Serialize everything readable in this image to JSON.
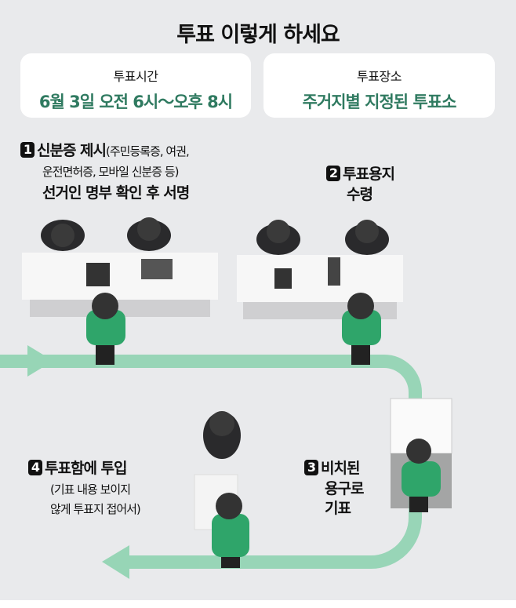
{
  "title": "투표 이렇게 하세요",
  "info": [
    {
      "label": "투표시간",
      "value": "6월 3일 오전 6시～오후 8시"
    },
    {
      "label": "투표장소",
      "value": "주거지별 지정된 투표소"
    }
  ],
  "steps": [
    {
      "num": "1",
      "title": "신분증 제시",
      "note1": "(주민등록증, 여권,",
      "note2": "운전면허증, 모바일 신분증 등)",
      "line2": "선거인 명부 확인 후 서명"
    },
    {
      "num": "2",
      "title": "투표용지",
      "line2": "수령"
    },
    {
      "num": "3",
      "title": "비치된",
      "line2": "용구로",
      "line3": "기표"
    },
    {
      "num": "4",
      "title": "투표함에 투입",
      "note1": "(기표 내용 보이지",
      "note2": "않게 투표지 접어서)"
    }
  ],
  "colors": {
    "accent": "#2f7a60",
    "path": "#8fd3b1",
    "shirt": "#2fa56a"
  }
}
